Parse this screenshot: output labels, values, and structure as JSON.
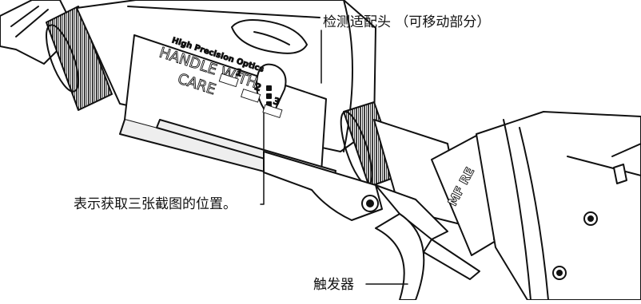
{
  "labels": {
    "probe_adapter": "检测适配头 （可移动部分）",
    "capture_positions": "表示获取三张截图的位置。",
    "trigger": "触发器"
  },
  "device_markings": {
    "line1": "High Precision Optics",
    "line2": "HANDLE WITH",
    "line3": "CARE",
    "pos1": "1",
    "pos2": "2",
    "pos3": "3",
    "model": "MF RE"
  },
  "colors": {
    "stroke": "#111111",
    "fill": "#ffffff",
    "shade": "#dddddd"
  }
}
